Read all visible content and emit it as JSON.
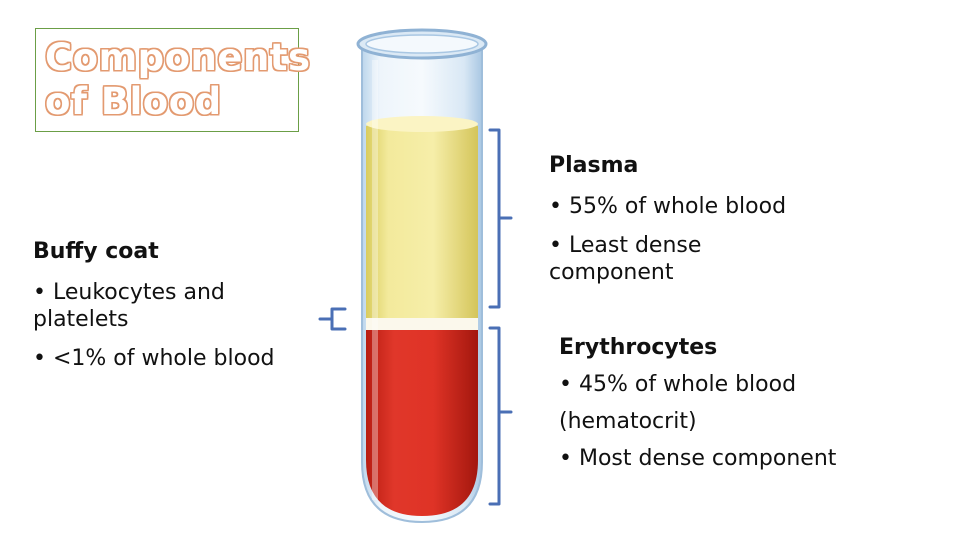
{
  "title": {
    "line1": "Components",
    "line2": "of Blood"
  },
  "buffy_coat": {
    "heading": "Buffy coat",
    "bullet1": "• Leukocytes and platelets",
    "bullet2": "• <1% of whole blood"
  },
  "plasma": {
    "heading": "Plasma",
    "bullet1": "• 55% of whole blood",
    "bullet2": "• Least dense component"
  },
  "erythrocytes": {
    "heading": "Erythrocytes",
    "bullet1": "• 45% of whole blood",
    "bullet2": "(hematocrit)",
    "bullet3": "• Most dense component"
  },
  "colors": {
    "plasma": "#efe48a",
    "buffy_coat": "#fbf8ec",
    "erythrocytes": "#d22a1c",
    "bracket": "#4a6fb5",
    "title_outline": "#e39a70",
    "title_border": "#6b9e46"
  }
}
